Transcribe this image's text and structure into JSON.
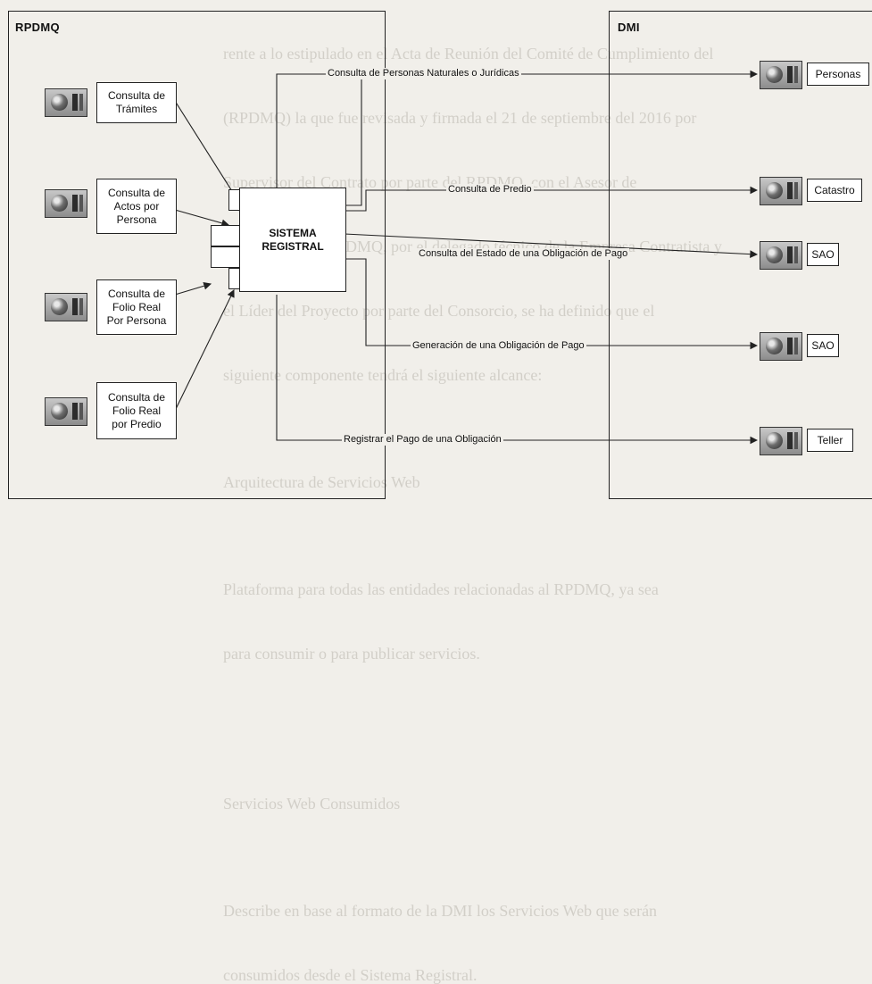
{
  "background_text": [
    "rente a lo estipulado en el Acta de Reunión del Comité de Cumplimiento del",
    "(RPDMQ) la que fue revisada y firmada el 21 de septiembre del 2016 por",
    "Supervisor del Contrato por parte del RPDMQ, con el Asesor de",
    "Informática del RPDMQ, por el delegado técnico de la Empresa Contratista y",
    "el Líder del Proyecto por parte del Consorcio, se ha definido que el",
    "siguiente componente tendrá el siguiente alcance:",
    "",
    "Arquitectura de Servicios Web",
    "",
    "Plataforma para todas las entidades relacionadas al RPDMQ, ya sea",
    "para consumir o para publicar servicios.",
    "",
    "",
    "Servicios Web Consumidos",
    "",
    "Describe en base al formato de la DMI los Servicios Web que serán",
    "consumidos desde el Sistema Registral."
  ],
  "rpdmq": {
    "title": "RPDMQ",
    "services": [
      {
        "label": "Consulta de\nTrámites",
        "icon": "web-service-icon"
      },
      {
        "label": "Consulta de\nActos por\nPersona",
        "icon": "web-service-icon"
      },
      {
        "label": "Consulta de\nFolio Real\nPor Persona",
        "icon": "web-service-icon"
      },
      {
        "label": "Consulta de\nFolio Real\npor Predio",
        "icon": "web-service-icon"
      }
    ]
  },
  "system": {
    "label": "SISTEMA\nREGISTRAL"
  },
  "dmi": {
    "title": "DMI",
    "services": [
      {
        "label": "Personas",
        "icon": "web-service-icon"
      },
      {
        "label": "Catastro",
        "icon": "web-service-icon"
      },
      {
        "label": "SAO",
        "icon": "web-service-icon"
      },
      {
        "label": "SAO",
        "icon": "web-service-icon"
      },
      {
        "label": "Teller",
        "icon": "web-service-icon"
      }
    ]
  },
  "connections": [
    "Consulta de Personas Naturales o Jurídicas",
    "Consulta de Predio",
    "Consulta del Estado de una Obligación de Pago",
    "Generación de una Obligación de Pago",
    "Registrar el Pago de una Obligación"
  ]
}
